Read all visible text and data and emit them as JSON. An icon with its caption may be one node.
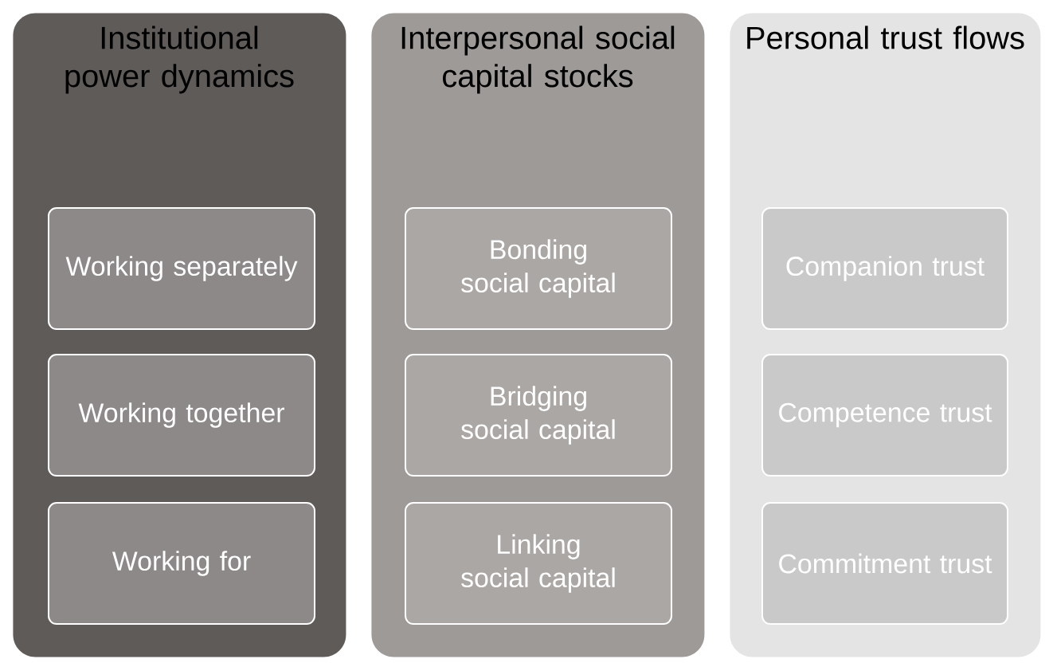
{
  "diagram": {
    "nodes": [
      {
        "text": [
          "Institutional power dynamics"
        ]
      },
      {
        "text": [
          "Working separately"
        ],
        "in": 0
      },
      {
        "text": [
          "Working together"
        ],
        "in": 0
      },
      {
        "text": [
          "Working for"
        ],
        "in": 0
      },
      {
        "text": [
          "Interpersonal social capital stocks"
        ]
      },
      {
        "text": [
          "Bonding social capital"
        ],
        "in": 4
      },
      {
        "text": [
          "Bridging social capital"
        ],
        "in": 4
      },
      {
        "text": [
          "Linking social capital"
        ],
        "in": 4
      },
      {
        "text": [
          "Personal trust flows"
        ]
      },
      {
        "text": [
          "Companion trust"
        ],
        "in": 8
      },
      {
        "text": [
          "Competence trust"
        ],
        "in": 8
      },
      {
        "text": [
          "Commitment trust"
        ],
        "in": 8
      }
    ]
  }
}
